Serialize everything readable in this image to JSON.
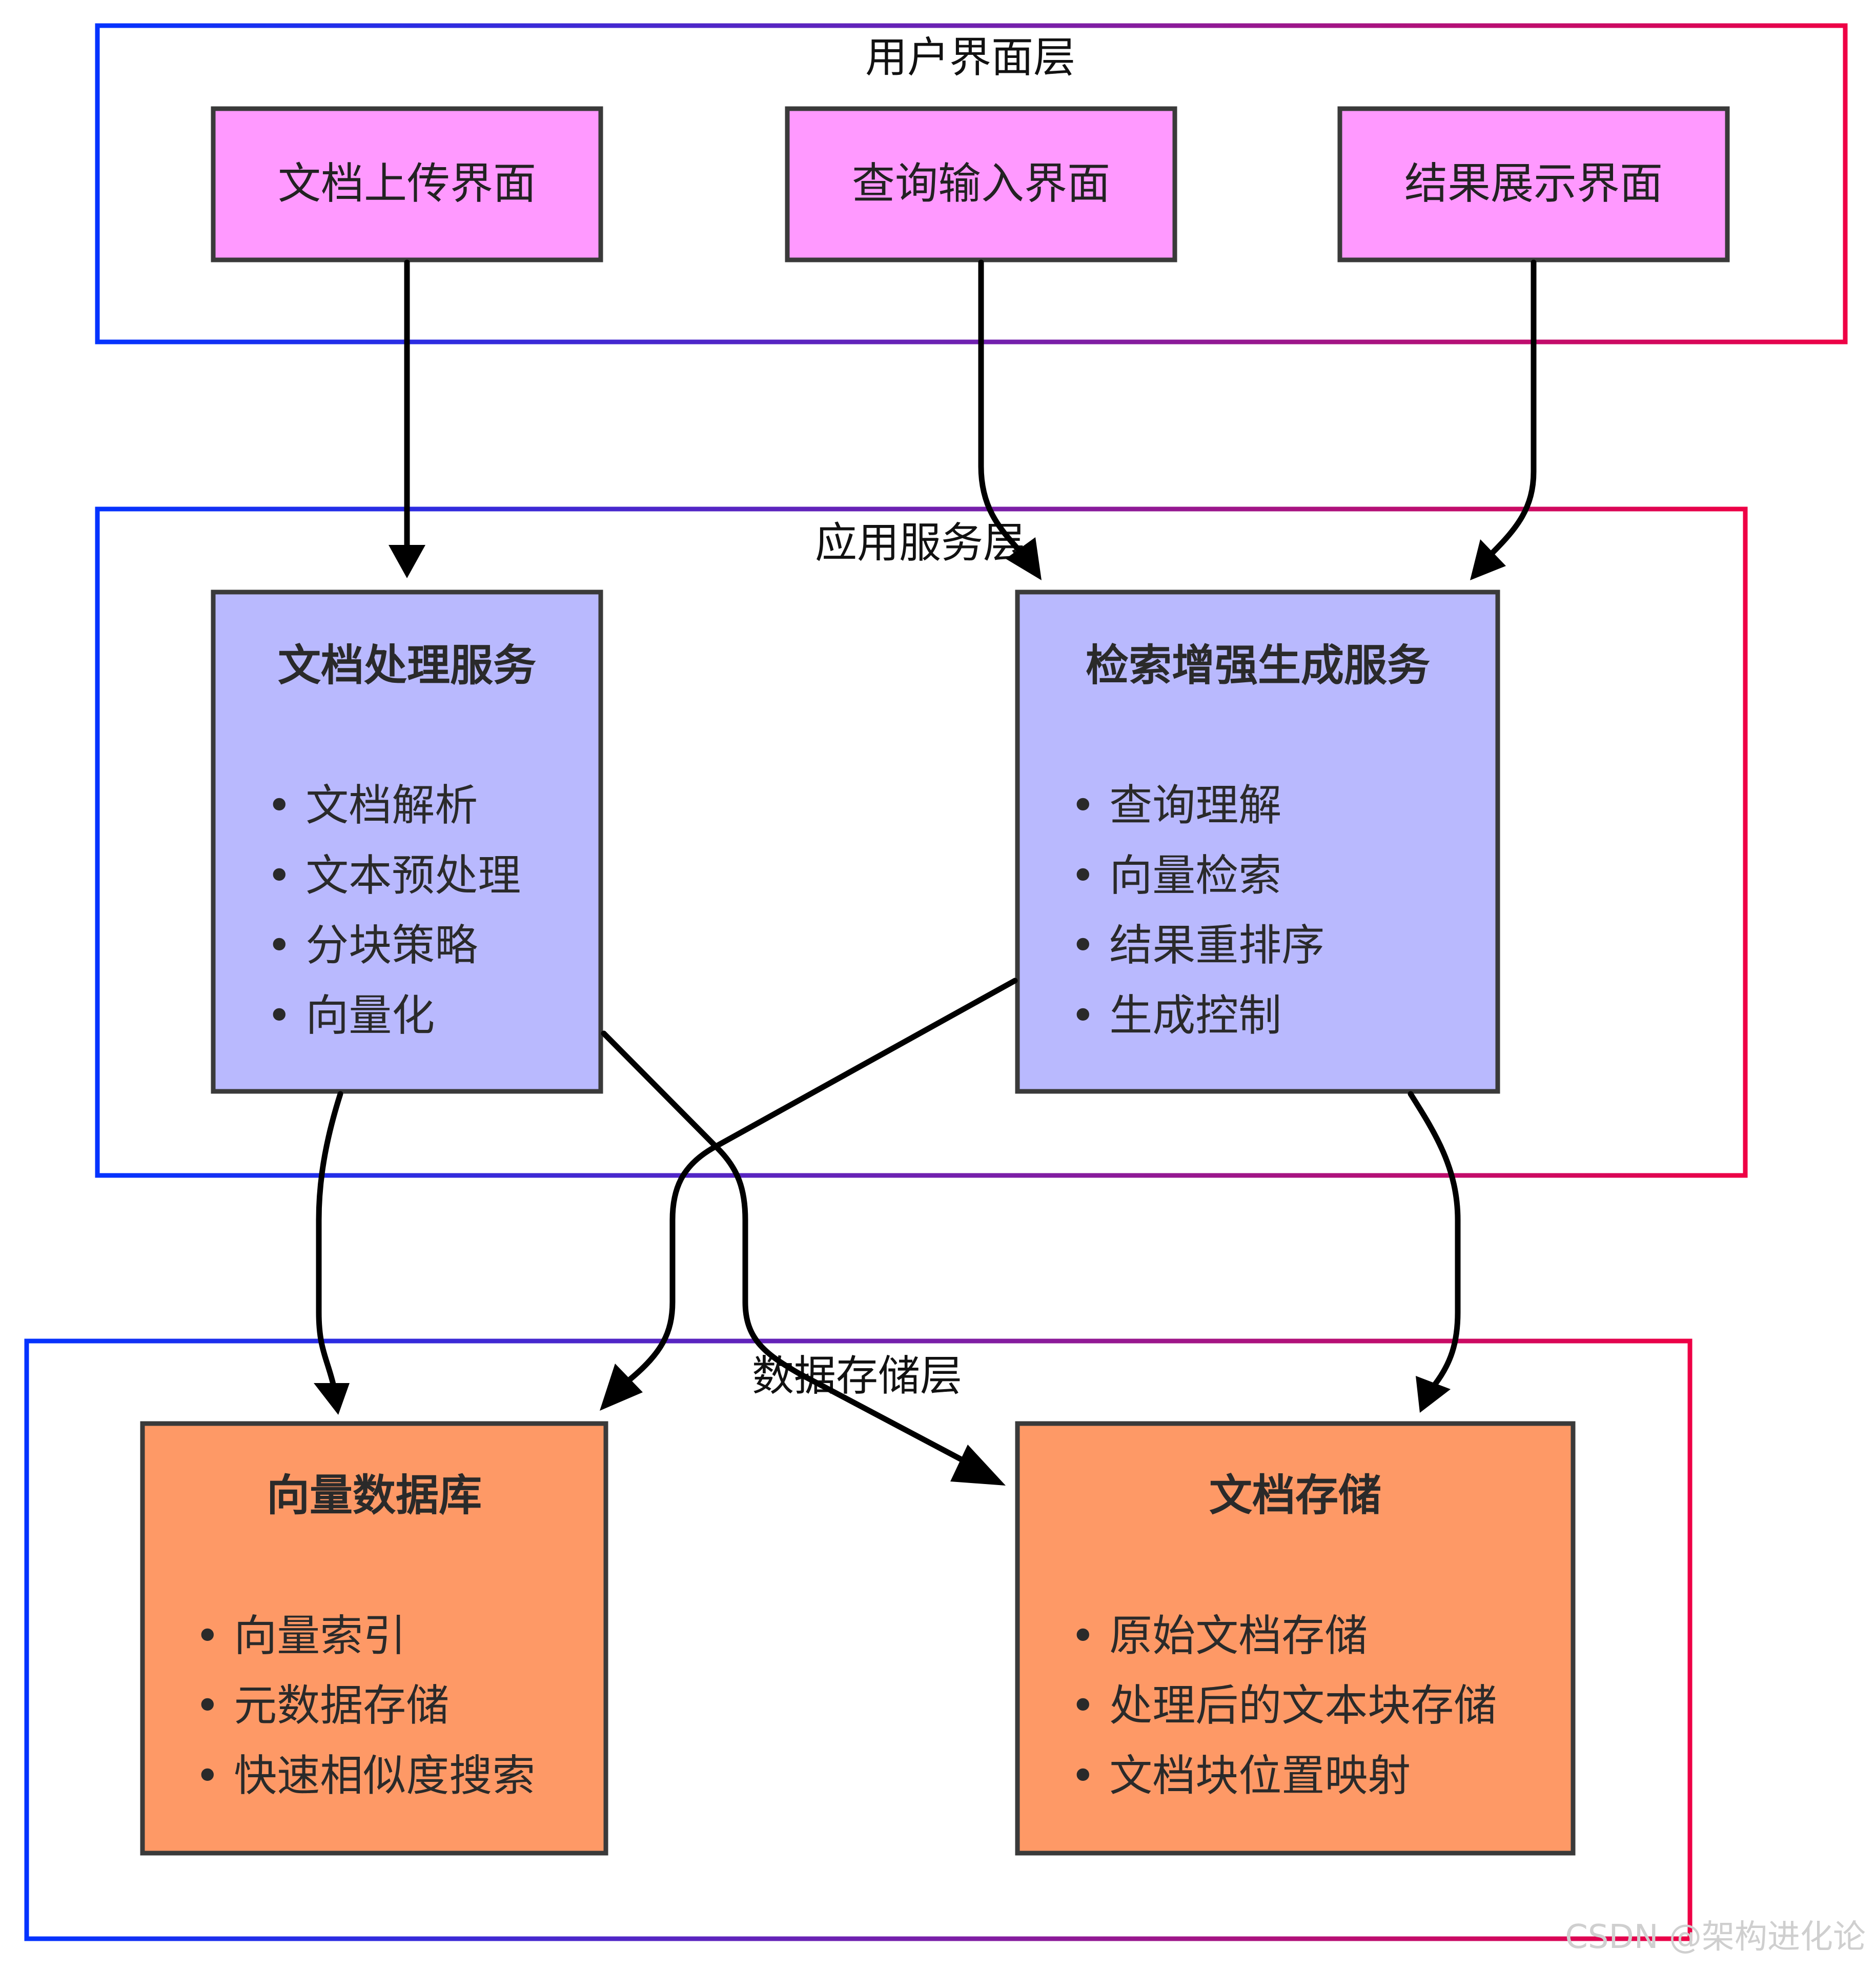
{
  "layers": {
    "ui": {
      "title": "用户界面层",
      "boxes": {
        "upload": "文档上传界面",
        "query": "查询输入界面",
        "result": "结果展示界面"
      }
    },
    "service": {
      "title": "应用服务层",
      "doc_service": {
        "title": "文档处理服务",
        "items": [
          "• 文档解析",
          "• 文本预处理",
          "• 分块策略",
          "• 向量化"
        ]
      },
      "rag_service": {
        "title": "检索增强生成服务",
        "items": [
          "• 查询理解",
          "• 向量检索",
          "• 结果重排序",
          "• 生成控制"
        ]
      }
    },
    "storage": {
      "title": "数据存储层",
      "vector_db": {
        "title": "向量数据库",
        "items": [
          "• 向量索引",
          "• 元数据存储",
          "• 快速相似度搜索"
        ]
      },
      "doc_store": {
        "title": "文档存储",
        "items": [
          "• 原始文档存储",
          "• 处理后的文本块存储",
          "• 文档块位置映射"
        ]
      }
    }
  },
  "colors": {
    "ui_box": "#ff99ff",
    "service_box": "#b9b9fe",
    "storage_box": "#fe9966",
    "frame_start": "#0433ff",
    "frame_end": "#ee0145"
  },
  "watermark": "CSDN @架构进化论"
}
